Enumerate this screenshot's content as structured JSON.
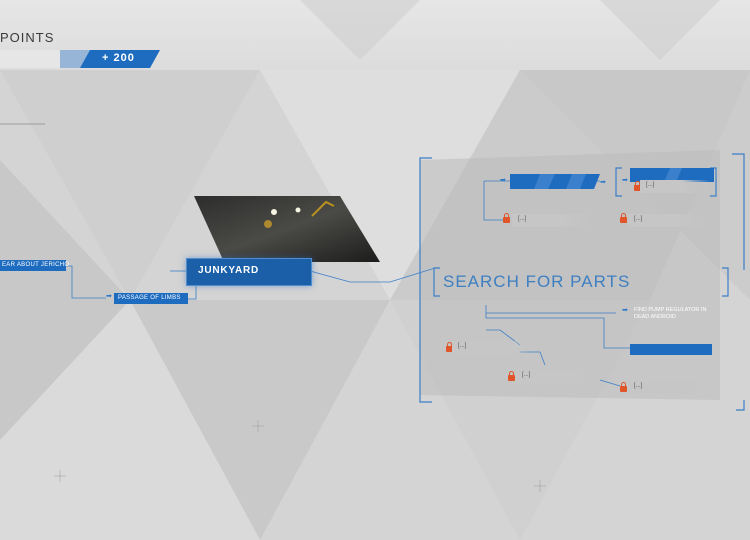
{
  "header": {
    "title": "POINTS",
    "points_label": "+ 200"
  },
  "flow": {
    "chapter_node": "JUNKYARD",
    "section_title": "SEARCH FOR PARTS",
    "left_nodes": [
      {
        "label": "EAR ABOUT JERICHO"
      },
      {
        "label": "PASSAGE OF LIMBS"
      }
    ],
    "find_pump": "FIND PUMP REGULATOR IN DEAD ANDROID",
    "locked_label": "[...]"
  },
  "colors": {
    "accent": "#1e6cc0",
    "lock": "#e0562a",
    "background": "#d4d4d4"
  }
}
